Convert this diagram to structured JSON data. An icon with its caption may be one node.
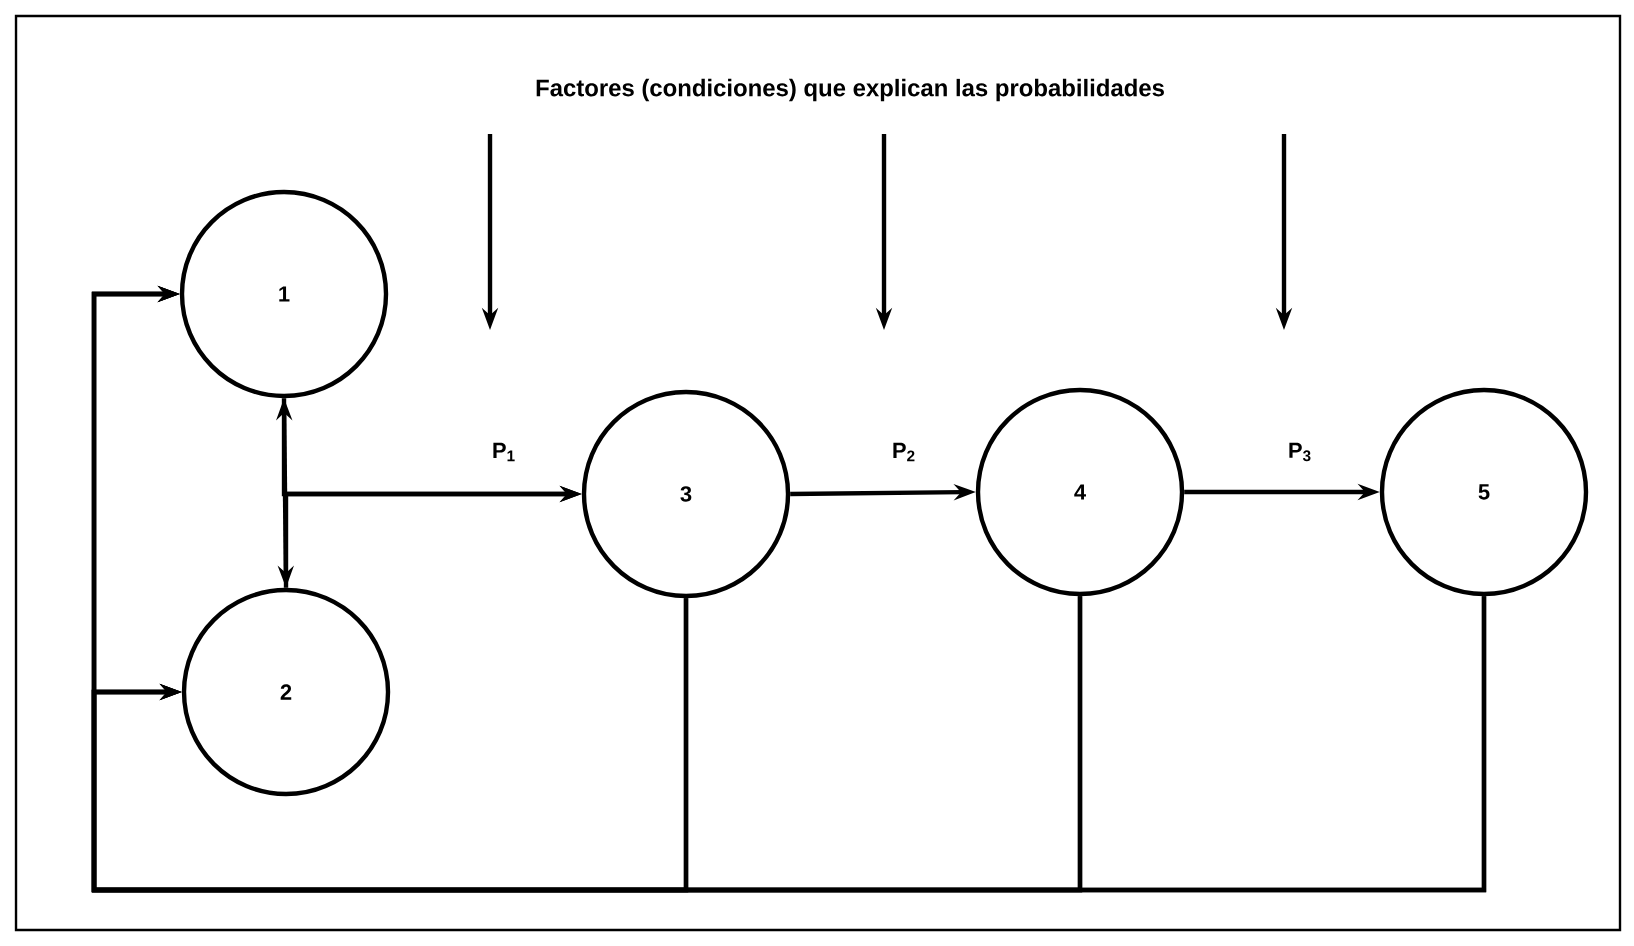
{
  "diagram": {
    "title": "Factores (condiciones) que explican las probabilidades",
    "nodes": [
      {
        "text": [
          "1"
        ]
      },
      {
        "text": [
          "2"
        ]
      },
      {
        "text": [
          "3"
        ]
      },
      {
        "text": [
          "4"
        ]
      },
      {
        "text": [
          "5"
        ]
      }
    ],
    "edges": [
      {
        "from": 0,
        "to": 1,
        "arrow": "both"
      },
      {
        "from": 0,
        "to": 2,
        "arrow": "to",
        "label": "P$_{1}$"
      },
      {
        "from": 1,
        "to": 2,
        "arrow": "to"
      },
      {
        "from": 2,
        "to": 3,
        "arrow": "to",
        "label": "P$_{2}$"
      },
      {
        "from": 3,
        "to": 4,
        "arrow": "to",
        "label": "P$_{3}$"
      },
      {
        "from": 2,
        "to": 0,
        "arrow": "to"
      },
      {
        "from": 2,
        "to": 1,
        "arrow": "to"
      },
      {
        "from": 3,
        "to": 0,
        "arrow": "to"
      },
      {
        "from": 3,
        "to": 1,
        "arrow": "to"
      },
      {
        "from": 4,
        "to": 0,
        "arrow": "to"
      },
      {
        "from": 4,
        "to": 1,
        "arrow": "to"
      }
    ]
  }
}
